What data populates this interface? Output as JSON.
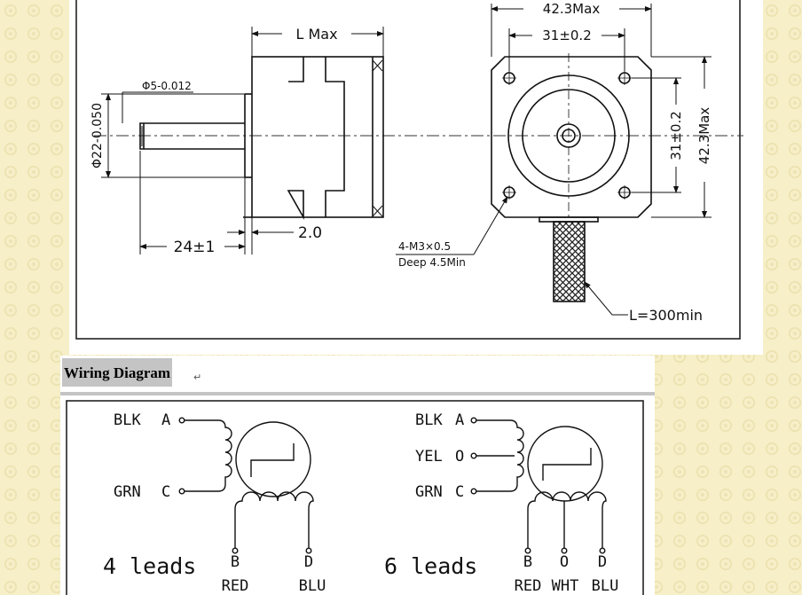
{
  "drawing": {
    "width_overall": "42.3Max",
    "hole_spacing": "31±0.2",
    "length_max": "L Max",
    "shaft_dia": "Φ5-0.012",
    "pilot_dia": "Φ22-0.050",
    "shaft_length": "24±1",
    "flange_thickness": "2.0",
    "mount_holes_line1": "4-M3×0.5",
    "mount_holes_line2": "Deep 4.5Min",
    "hole_spacing_side": "31±0.2",
    "width_overall_side": "42.3Max",
    "cable_length": "L=300min"
  },
  "wiring": {
    "heading": "Wiring Diagram",
    "heading_mark": "↵",
    "four_lead": {
      "title": "4 leads",
      "coil_a": {
        "color": "BLK",
        "terminal": "A"
      },
      "coil_c": {
        "color": "GRN",
        "terminal": "C"
      },
      "coil_b": {
        "terminal": "B",
        "color": "RED"
      },
      "coil_d": {
        "terminal": "D",
        "color": "BLU"
      }
    },
    "six_lead": {
      "title": "6 leads",
      "coil_a": {
        "color": "BLK",
        "terminal": "A"
      },
      "coil_o1": {
        "color": "YEL",
        "terminal": "O"
      },
      "coil_c": {
        "color": "GRN",
        "terminal": "C"
      },
      "coil_b": {
        "terminal": "B",
        "color": "RED"
      },
      "coil_o2": {
        "terminal": "O",
        "color": "WHT"
      },
      "coil_d": {
        "terminal": "D",
        "color": "BLU"
      }
    }
  }
}
